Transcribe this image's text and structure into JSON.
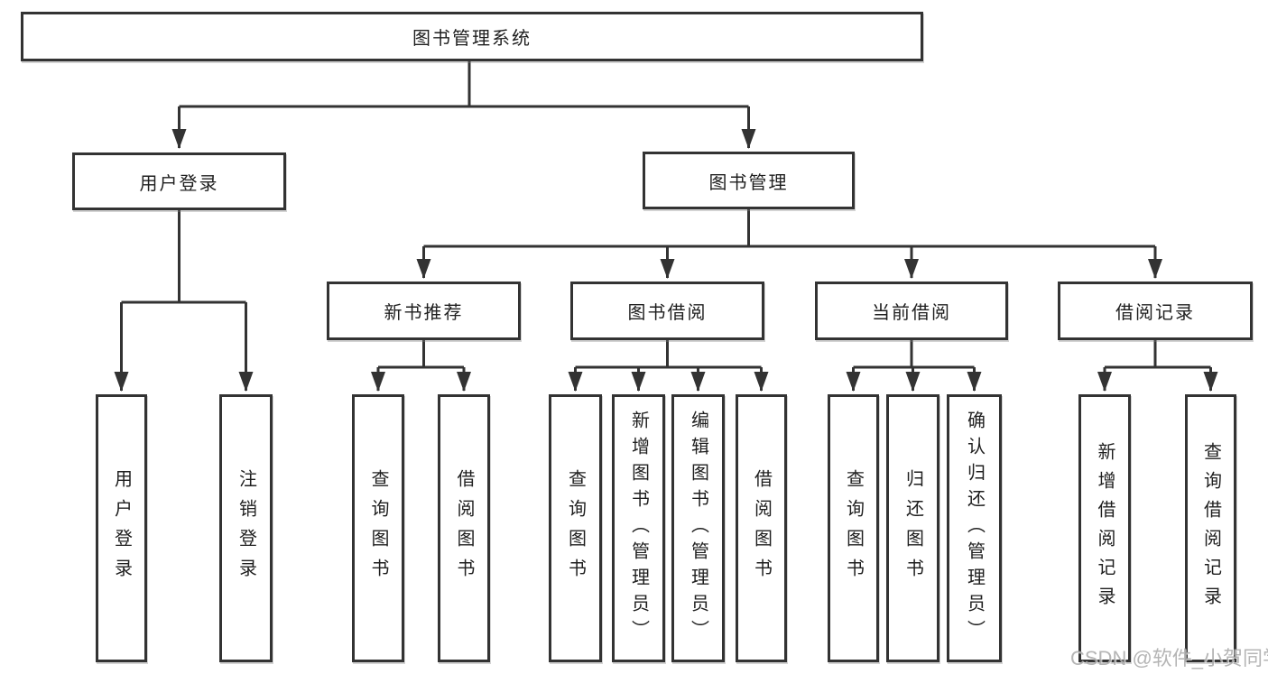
{
  "colors": {
    "line": "#333333",
    "border": "#333333",
    "box_bg": "#ffffff",
    "text": "#1f1f1f",
    "watermark": "#adadad",
    "page": "#ffffff"
  },
  "diagram": {
    "type": "tree",
    "root": {
      "label": "图书管理系统"
    },
    "level2": [
      {
        "label": "用户登录",
        "parent": "图书管理系统"
      },
      {
        "label": "图书管理",
        "parent": "图书管理系统"
      }
    ],
    "level3": [
      {
        "label": "新书推荐",
        "parent": "图书管理"
      },
      {
        "label": "图书借阅",
        "parent": "图书管理"
      },
      {
        "label": "当前借阅",
        "parent": "图书管理"
      },
      {
        "label": "借阅记录",
        "parent": "图书管理"
      }
    ],
    "leaves": [
      {
        "label": "用户登录",
        "parent": "用户登录"
      },
      {
        "label": "注销登录",
        "parent": "用户登录"
      },
      {
        "label": "查询图书",
        "parent": "新书推荐"
      },
      {
        "label": "借阅图书",
        "parent": "新书推荐"
      },
      {
        "label": "查询图书",
        "parent": "图书借阅"
      },
      {
        "label": "新增图书（管理员）",
        "parent": "图书借阅"
      },
      {
        "label": "编辑图书（管理员）",
        "parent": "图书借阅"
      },
      {
        "label": "借阅图书",
        "parent": "图书借阅"
      },
      {
        "label": "查询图书",
        "parent": "当前借阅"
      },
      {
        "label": "归还图书",
        "parent": "当前借阅"
      },
      {
        "label": "确认归还（管理员）",
        "parent": "当前借阅"
      },
      {
        "label": "新增借阅记录",
        "parent": "借阅记录"
      },
      {
        "label": "查询借阅记录",
        "parent": "借阅记录"
      }
    ]
  },
  "watermark": {
    "text": "CSDN @软件_小贺同学"
  }
}
